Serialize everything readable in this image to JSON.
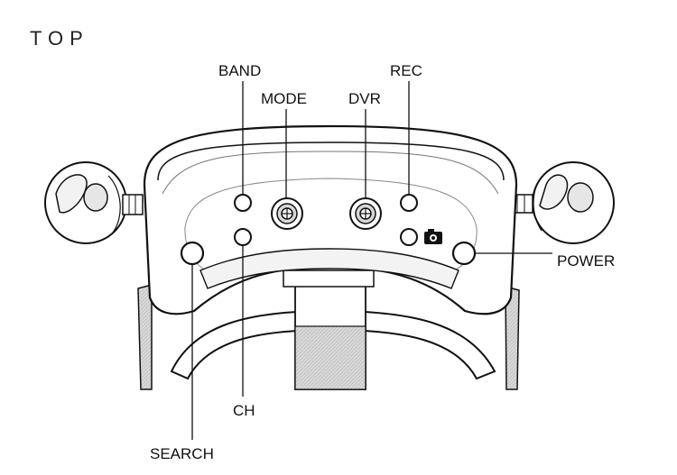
{
  "diagram": {
    "title": "TOP",
    "labels": {
      "band": "BAND",
      "mode": "MODE",
      "dvr": "DVR",
      "rec": "REC",
      "power": "POWER",
      "ch": "CH",
      "search": "SEARCH"
    },
    "icons": [
      "camera-icon",
      "joystick-icon",
      "button-icon",
      "earphone-icon",
      "strap-icon"
    ],
    "colors": {
      "line": "#111111",
      "fill": "#ffffff",
      "shade": "#e9e9e9",
      "strap": "#d6d6d6"
    }
  }
}
